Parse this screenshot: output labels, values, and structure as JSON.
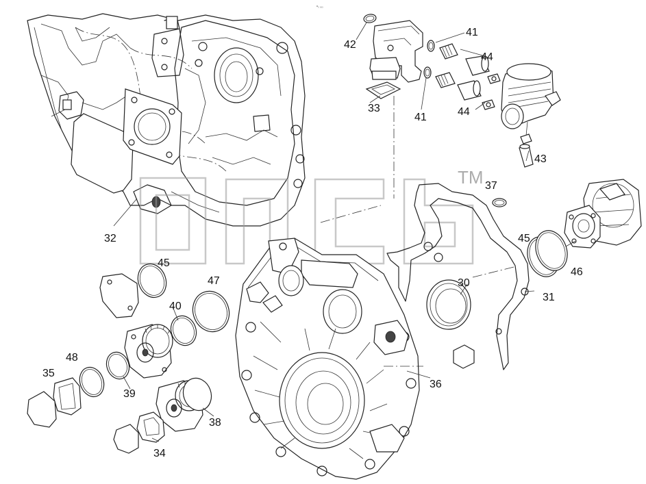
{
  "diagram": {
    "header_mark": "ᴹ₀ ₀₀₀",
    "watermark_tm": "TM",
    "parts": [
      {
        "id": "p30",
        "number": "30"
      },
      {
        "id": "p31",
        "number": "31"
      },
      {
        "id": "p32",
        "number": "32"
      },
      {
        "id": "p33",
        "number": "33"
      },
      {
        "id": "p34",
        "number": "34"
      },
      {
        "id": "p35",
        "number": "35"
      },
      {
        "id": "p36",
        "number": "36"
      },
      {
        "id": "p37",
        "number": "37"
      },
      {
        "id": "p38",
        "number": "38"
      },
      {
        "id": "p39",
        "number": "39"
      },
      {
        "id": "p40",
        "number": "40"
      },
      {
        "id": "p41a",
        "number": "41"
      },
      {
        "id": "p41b",
        "number": "41"
      },
      {
        "id": "p42",
        "number": "42"
      },
      {
        "id": "p43",
        "number": "43"
      },
      {
        "id": "p44a",
        "number": "44"
      },
      {
        "id": "p44b",
        "number": "44"
      },
      {
        "id": "p45a",
        "number": "45"
      },
      {
        "id": "p45b",
        "number": "45"
      },
      {
        "id": "p46",
        "number": "46"
      },
      {
        "id": "p47",
        "number": "47"
      },
      {
        "id": "p48",
        "number": "48"
      }
    ]
  }
}
